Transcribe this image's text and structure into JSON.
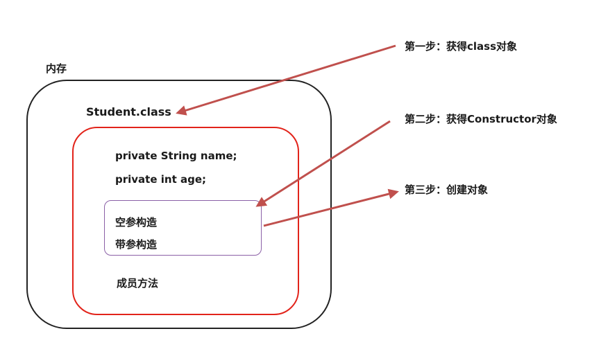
{
  "memory": {
    "label": "内存"
  },
  "class_box": {
    "title": "Student.class",
    "fields": [
      "private String name;",
      "private int age;"
    ],
    "constructors": [
      "空参构造",
      "带参构造"
    ],
    "methods": "成员方法"
  },
  "steps": [
    "第一步：获得class对象",
    "第二步：获得Constructor对象",
    "第三步：创建对象"
  ],
  "colors": {
    "memory_border": "#222222",
    "class_border": "#e2231a",
    "constructor_border": "#8a5fa6",
    "arrow": "#c0504d"
  }
}
